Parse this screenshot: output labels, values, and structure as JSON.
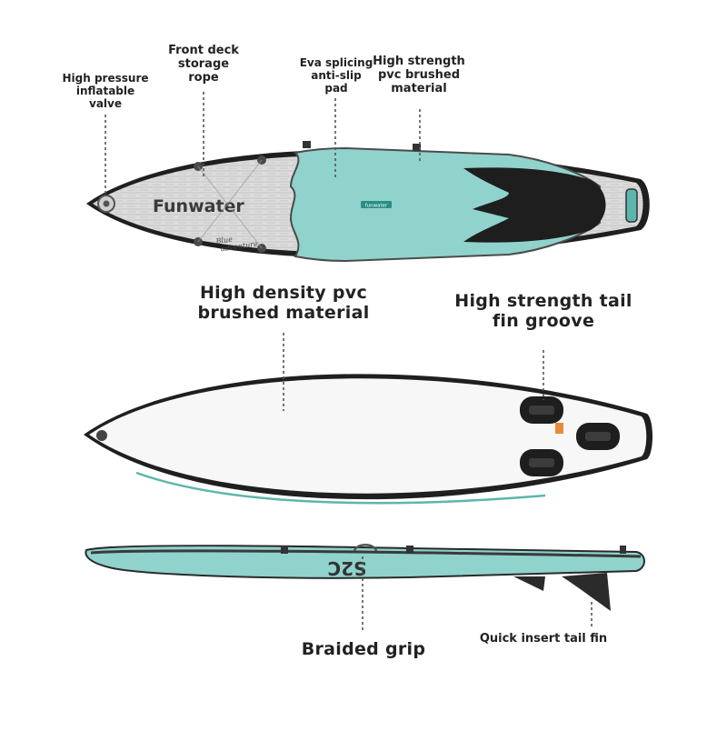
{
  "callouts": {
    "valve": "High pressure\ninflatable\nvalve",
    "front_rope": "Front deck\nstorage\nrope",
    "eva_pad": "Eva splicing\nanti-slip\npad",
    "top_material": "High strength\npvc brushed\nmaterial",
    "bottom_material": "High density pvc\nbrushed material",
    "fin_groove": "High strength tail\nfin groove",
    "braided_grip": "Braided grip",
    "tail_fin": "Quick insert tail fin"
  },
  "board_text": {
    "brand": "Funwater",
    "script": "Blue\nadventure",
    "pad_tag": "funwater",
    "side_mark": "S2C"
  },
  "colors": {
    "teal": "#8fd3cc",
    "dark": "#1f1f1f",
    "deck_grey": "#d9d9d9",
    "bottom_white": "#f7f7f7"
  }
}
